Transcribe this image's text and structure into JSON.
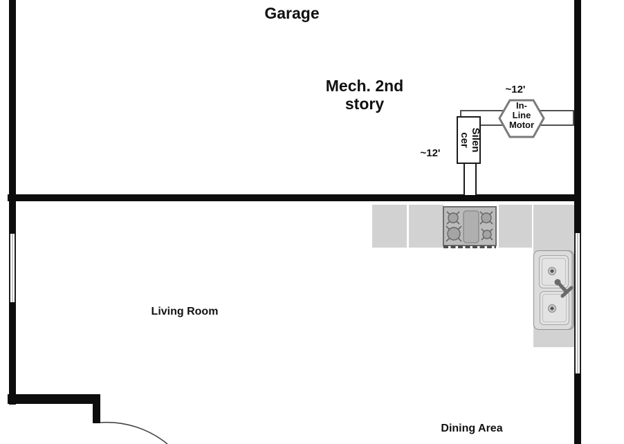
{
  "rooms": {
    "garage": {
      "label": "Garage"
    },
    "mech": {
      "label": "Mech. 2nd story",
      "lines": [
        "Mech. 2nd",
        "story"
      ]
    },
    "living_room": {
      "label": "Living Room"
    },
    "dining_area": {
      "label": "Dining Area"
    }
  },
  "hvac": {
    "silencer": {
      "label": "Silencer",
      "lines": [
        "Silen",
        "cer"
      ]
    },
    "inline_motor": {
      "label": "In-Line Motor",
      "lines": [
        "In-",
        "Line",
        "Motor"
      ]
    },
    "duct_run_top": {
      "length": "~12'"
    },
    "duct_run_left": {
      "length": "~12'"
    }
  },
  "fixtures": {
    "stove": "4-burner stove",
    "sink": "double-basin sink",
    "counter": "kitchen counter",
    "door": "door swing arc",
    "window": "window"
  },
  "colors": {
    "wall": "#0d0d0d",
    "counter": "#d2d2d2",
    "stove_body": "#bcbcbc",
    "duct_border": "#4f4f4f",
    "hexagon_border": "#7a7a7a",
    "background": "#ffffff"
  }
}
